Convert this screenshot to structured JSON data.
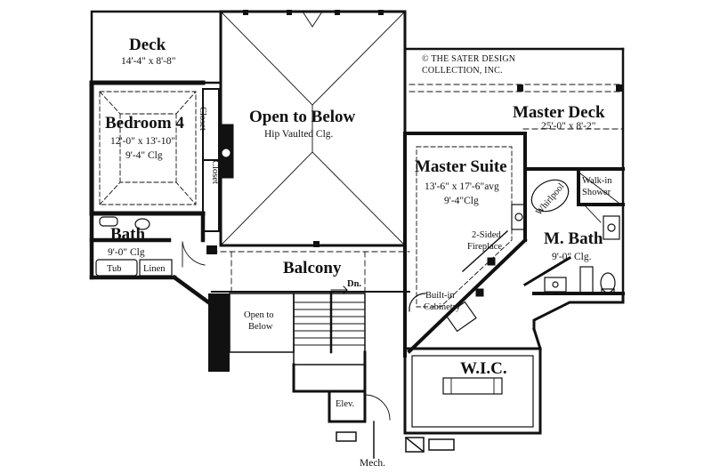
{
  "copyright": {
    "symbol": "©",
    "line1": "THE SATER DESIGN",
    "line2": "COLLECTION, INC."
  },
  "rooms": {
    "deck": {
      "name": "Deck",
      "size": "14'-4\" x 8'-8\""
    },
    "bedroom4": {
      "name": "Bedroom 4",
      "size": "12'-0\" x 13'-10\"",
      "ceiling": "9'-4\" Clg"
    },
    "closet_upper": {
      "name": "Closet"
    },
    "closet_lower": {
      "name": "Closet"
    },
    "bath": {
      "name": "Bath",
      "ceiling": "9'-0\" Clg"
    },
    "tub": {
      "name": "Tub"
    },
    "linen": {
      "name": "Linen"
    },
    "open_below_main": {
      "name": "Open to Below",
      "note": "Hip Vaulted Clg."
    },
    "balcony": {
      "name": "Balcony"
    },
    "stair_down": {
      "name": "Dn."
    },
    "open_below_small": {
      "line1": "Open to",
      "line2": "Below"
    },
    "elevator": {
      "name": "Elev."
    },
    "mech": {
      "name": "Mech."
    },
    "master_deck": {
      "name": "Master Deck",
      "size": "25'-0\" x 8'-2\""
    },
    "master_suite": {
      "name": "Master Suite",
      "size": "13'-6\" x 17'-6\"avg",
      "ceiling": "9'-4\"Clg"
    },
    "fireplace": {
      "line1": "2-Sided",
      "line2": "Fireplace"
    },
    "whirlpool": {
      "name": "Whirlpool"
    },
    "walkin_shower": {
      "line1": "Walk-in",
      "line2": "Shower"
    },
    "master_bath": {
      "name": "M. Bath",
      "ceiling": "9'-0\" Clg."
    },
    "cabinetry": {
      "line1": "Built-in",
      "line2": "Cabinetry"
    },
    "wic": {
      "name": "W.I.C."
    }
  }
}
